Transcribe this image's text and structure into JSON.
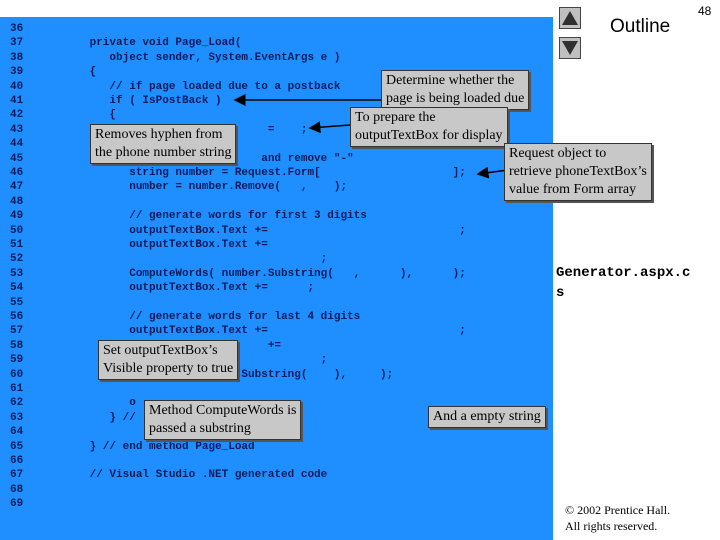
{
  "page_number": "48",
  "outline_title": "Outline",
  "filename": "Generator.aspx.c\ns",
  "copyright": "© 2002 Prentice Hall.\nAll rights reserved.",
  "line_numbers": [
    "36",
    "37",
    "38",
    "39",
    "40",
    "41",
    "42",
    "43",
    "44",
    "45",
    "46",
    "47",
    "48",
    "49",
    "50",
    "51",
    "52",
    "53",
    "54",
    "55",
    "56",
    "57",
    "58",
    "59",
    "60",
    "61",
    "62",
    "63",
    "64",
    "65",
    "66",
    "67",
    "68",
    "69"
  ],
  "code_lines": [
    "",
    "      private void Page_Load(",
    "         object sender, System.EventArgs e )",
    "      {",
    "         // if page loaded due to a postback",
    "         if ( IsPostBack )",
    "         {",
    "                                 =    ;",
    "",
    "                                and remove \"-\"",
    "            string number = Request.Form[                    ];",
    "            number = number.Remove(   ,    );",
    "",
    "            // generate words for first 3 digits",
    "            outputTextBox.Text +=                             ;",
    "            outputTextBox.Text +=",
    "                                         ;",
    "            ComputeWords( number.Substring(   ,      ),      );",
    "            outputTextBox.Text +=      ;",
    "",
    "            // generate words for last 4 digits",
    "            outputTextBox.Text +=                             ;",
    "                                 +=",
    "                                         ;",
    "                           r.Substring(    ),     );",
    "",
    "            o",
    "         } //",
    "",
    "      } // end method Page_Load",
    "",
    "      // Visual Studio .NET generated code",
    "",
    ""
  ],
  "callouts": {
    "determine": "Determine whether the\npage is being loaded due",
    "prepare": "To prepare the\noutputTextBox for display",
    "hyphen": "Removes hyphen from\nthe phone number string",
    "request": "Request object to\nretrieve phoneTextBox’s\nvalue from Form array",
    "visible": "Set outputTextBox’s\nVisible property to true",
    "compute": "Method ComputeWords is\npassed a substring",
    "empty": "And a empty string"
  },
  "colors": {
    "panel": "#1f8fff",
    "callout_bg": "#c8c8c8",
    "code_text": "#0a1a5a"
  }
}
